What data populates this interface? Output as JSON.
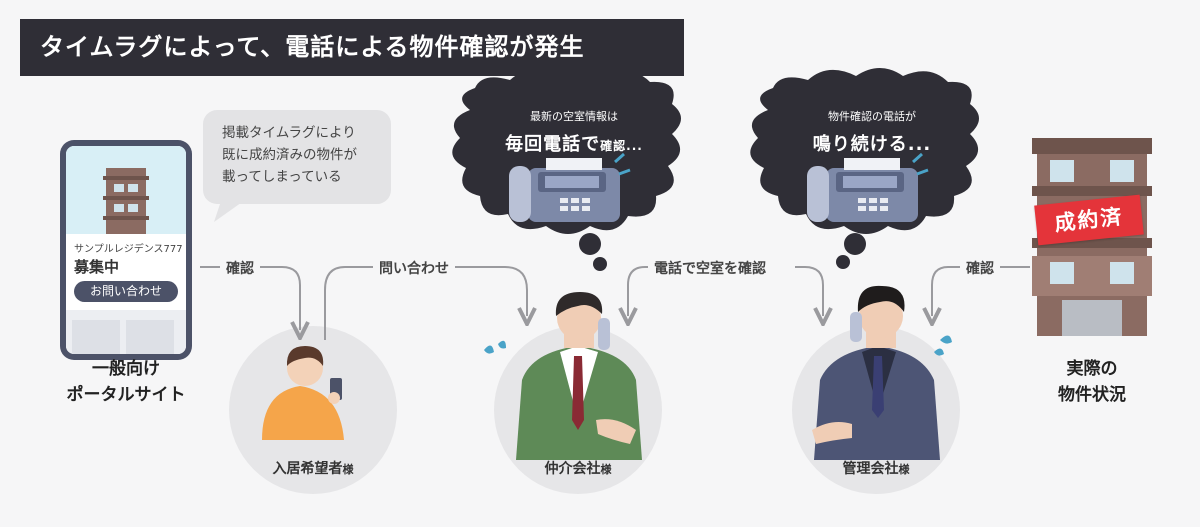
{
  "title": "タイムラグによって、電話による物件確認が発生",
  "speech_bubble": {
    "line1": "掲載タイムラグにより",
    "line2": "既に成約済みの物件が",
    "line3": "載ってしまっている"
  },
  "cloud_left": {
    "small": "最新の空室情報は",
    "big": "毎回電話で",
    "big_suffix": "確認..."
  },
  "cloud_right": {
    "small": "物件確認の電話が",
    "big": "鳴り続ける..."
  },
  "phone": {
    "property_name": "サンプルレジデンス777",
    "status": "募集中",
    "button": "お問い合わせ"
  },
  "stamp": "成約済",
  "edges": {
    "confirm_left": "確認",
    "inquiry": "問い合わせ",
    "phone_check": "電話で空室を確認",
    "confirm_right": "確認"
  },
  "nodes": {
    "applicant": {
      "label": "入居希望者",
      "suffix": "様"
    },
    "broker": {
      "label": "仲介会社",
      "suffix": "様"
    },
    "manager": {
      "label": "管理会社",
      "suffix": "様"
    }
  },
  "portal_label": {
    "line1": "一般向け",
    "line2": "ポータルサイト"
  },
  "actual_label": {
    "line1": "実際の",
    "line2": "物件状況"
  },
  "colors": {
    "title_bg": "#2f2e36",
    "cloud": "#2f2e36",
    "node_circle": "#e6e6e8",
    "stamp": "#e4343a",
    "arrow": "#9a9a9e"
  }
}
